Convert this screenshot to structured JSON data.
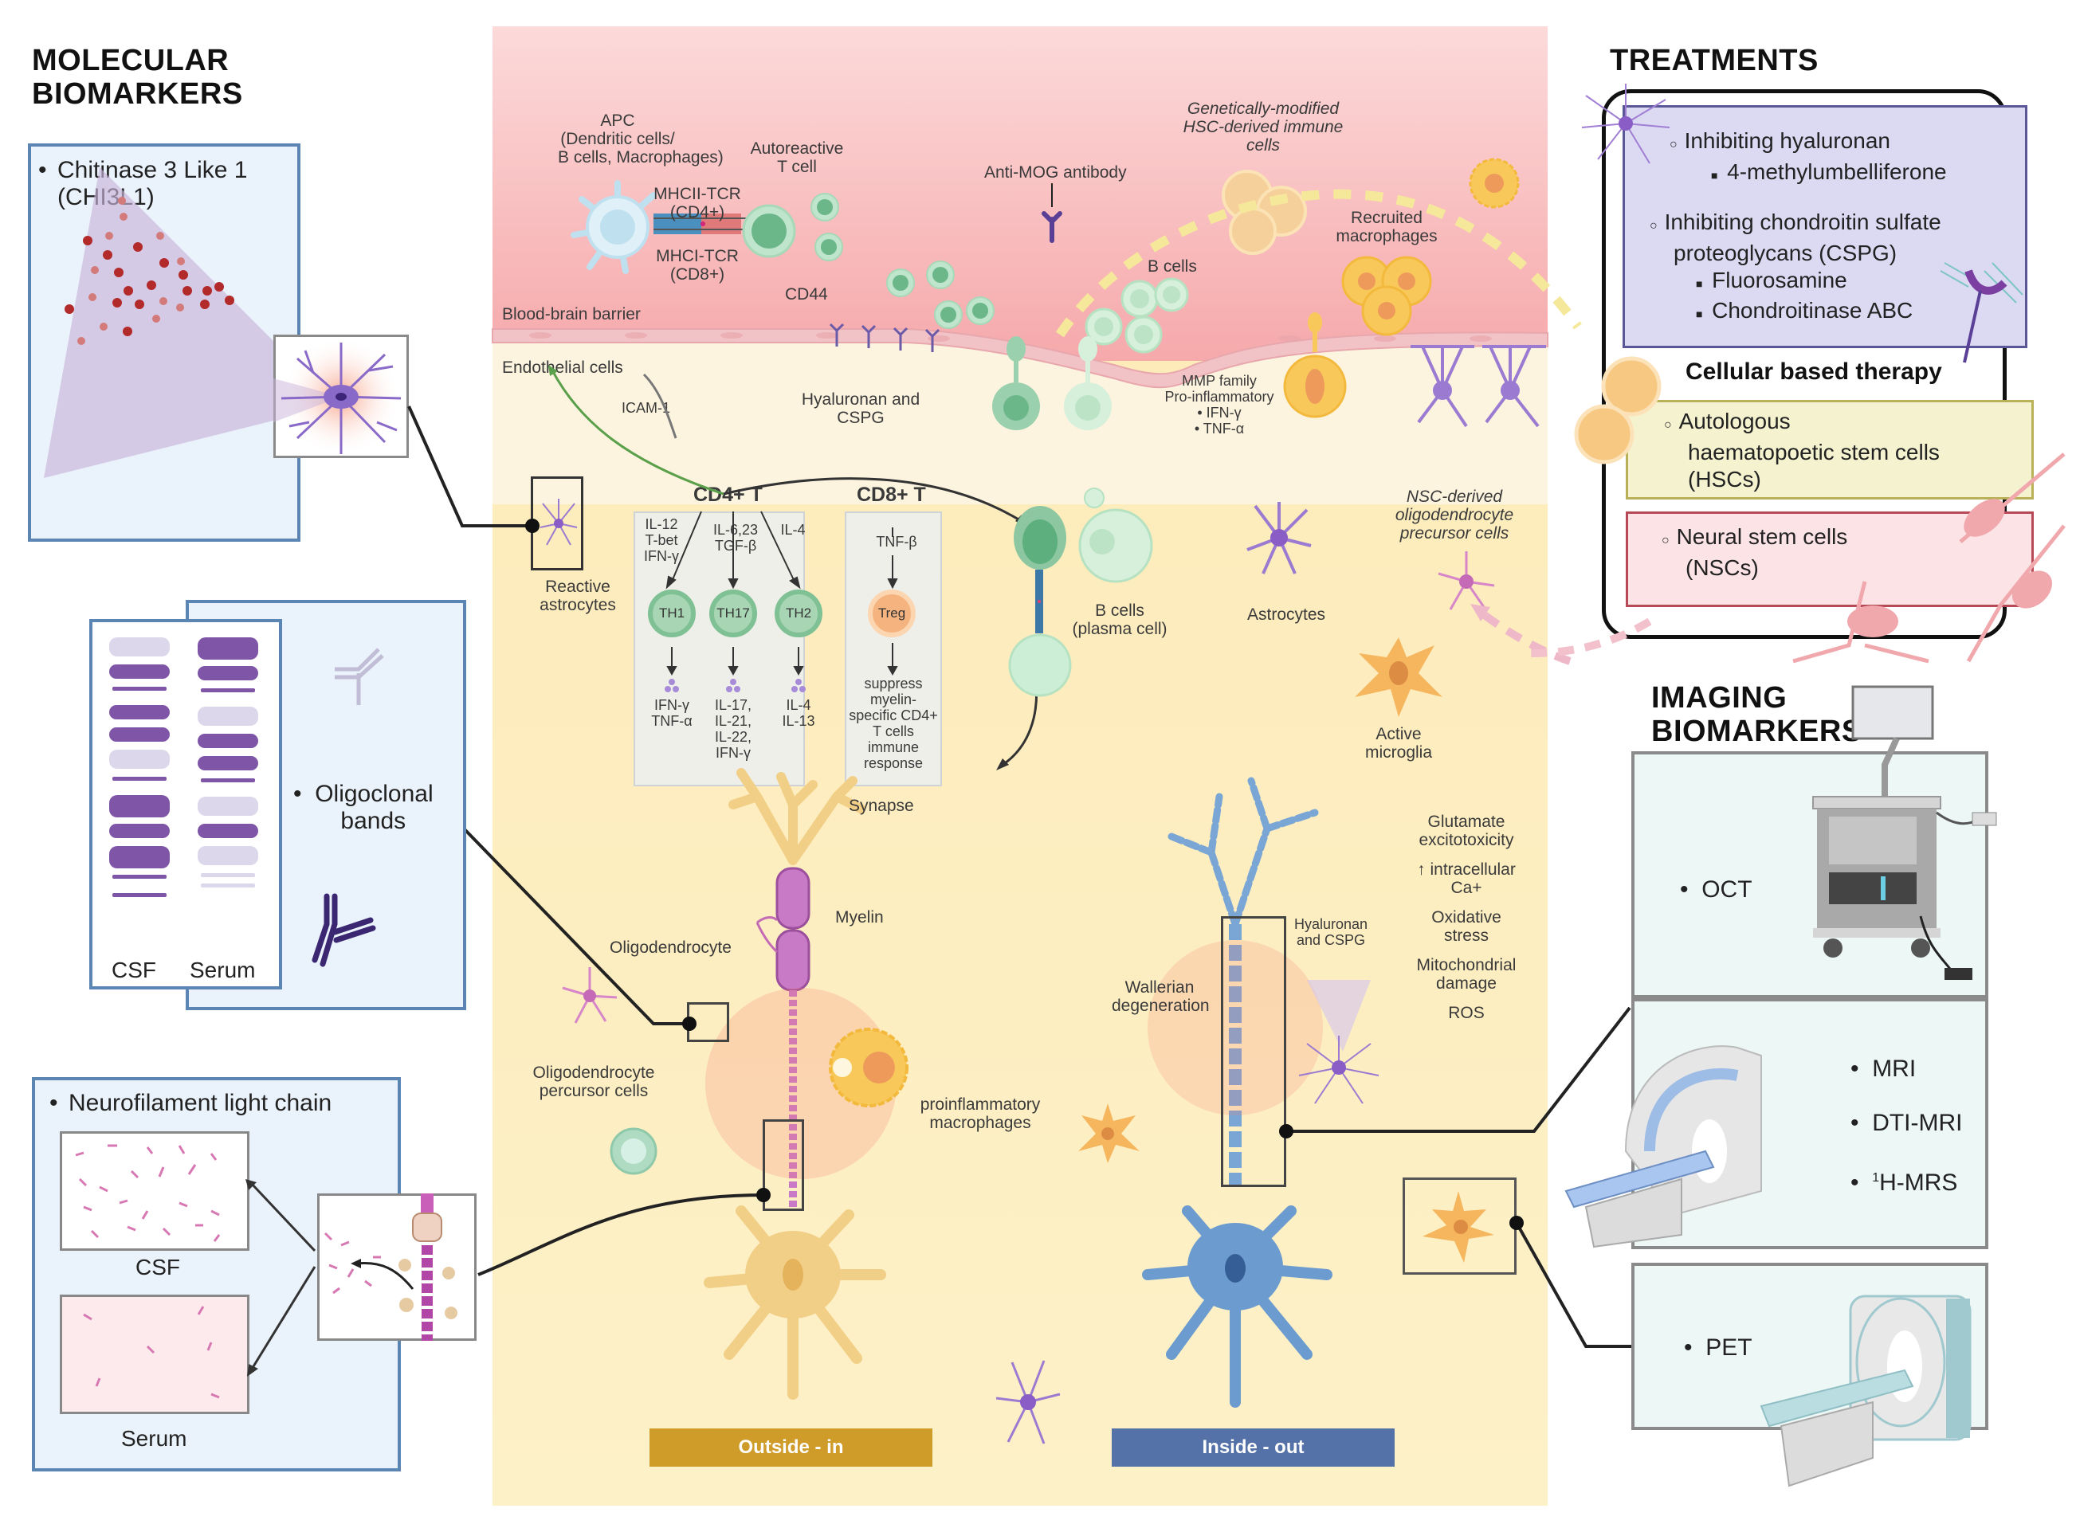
{
  "molecular": {
    "title_line1": "MOLECULAR",
    "title_line2": "BIOMARKERS",
    "chi3l1_line1": "Chitinase 3 Like 1",
    "chi3l1_line2": "(CHI3L1)",
    "ocb_line1": "Oligoclonal",
    "ocb_line2": "bands",
    "gel_csf_label": "CSF",
    "gel_serum_label": "Serum",
    "gel_csf_bands": [
      "light",
      "dark",
      "thin",
      "dark",
      "dark",
      "light",
      "thin",
      "dark-large",
      "dark",
      "dark-large",
      "thin",
      "thin"
    ],
    "gel_serum_bands": [
      "dark-large",
      "dark",
      "thin",
      "light",
      "dark",
      "dark",
      "thin",
      "light",
      "dark",
      "light",
      "thin-light",
      "thin-light"
    ],
    "nfl_title": "Neurofilament light chain",
    "nfl_csf_label": "CSF",
    "nfl_serum_label": "Serum"
  },
  "main": {
    "apc_line1": "APC",
    "apc_line2": "(Dendritic cells/",
    "apc_line3": "B cells, Macrophages)",
    "autoreactive_line1": "Autoreactive",
    "autoreactive_line2": "T cell",
    "mhcii_line1": "MHCII-TCR",
    "mhcii_line2": "(CD4+)",
    "mhci_line1": "MHCI-TCR",
    "mhci_line2": "(CD8+)",
    "anti_mog": "Anti-MOG antibody",
    "gm_line1": "Genetically-modified",
    "gm_line2": "HSC-derived immune",
    "gm_line3": "cells",
    "recruited_line1": "Recruited",
    "recruited_line2": "macrophages",
    "b_cells": "B cells",
    "cd44": "CD44",
    "bbb": "Blood-brain barrier",
    "endothelial": "Endothelial cells",
    "icam": "ICAM-1",
    "hyal_line1": "Hyaluronan and",
    "hyal_line2": "CSPG",
    "mmp_line1": "MMP family",
    "mmp_line2": "Pro-inflammatory",
    "mmp_items": [
      "IFN-γ",
      "TNF-α"
    ],
    "reactive_line1": "Reactive",
    "reactive_line2": "astrocytes",
    "cd4_title": "CD4+ T",
    "cd8_title": "CD8+ T",
    "cd4_inputs": [
      {
        "lines": [
          "IL-12",
          "T-bet",
          "IFN-γ"
        ]
      },
      {
        "lines": [
          "IL-6,23",
          "TGF-β"
        ]
      },
      {
        "lines": [
          "IL-4"
        ]
      }
    ],
    "th_cells": [
      "TH1",
      "TH17",
      "TH2"
    ],
    "th_outputs": [
      {
        "lines": [
          "IFN-γ",
          "TNF-α"
        ]
      },
      {
        "lines": [
          "IL-17,",
          "IL-21,",
          "IL-22,",
          "IFN-γ"
        ]
      },
      {
        "lines": [
          "IL-4",
          "IL-13"
        ]
      }
    ],
    "cd8_input": "TNF-β",
    "treg": "Treg",
    "treg_output": [
      "suppress",
      "myelin-",
      "specific CD4+",
      "T cells",
      "immune",
      "response"
    ],
    "bcells_plasma_line1": "B cells",
    "bcells_plasma_line2": "(plasma cell)",
    "astrocytes": "Astrocytes",
    "nsc_line1": "NSC-derived",
    "nsc_line2": "oligodendrocyte",
    "nsc_line3": "precursor cells",
    "active_line1": "Active",
    "active_line2": "microglia",
    "synapse": "Synapse",
    "myelin": "Myelin",
    "oligodendrocyte": "Oligodendrocyte",
    "opc_line1": "Oligodendrocyte",
    "opc_line2": "percursor cells",
    "proinf_line1": "proinflammatory",
    "proinf_line2": "macrophages",
    "wallerian_line1": "Wallerian",
    "wallerian_line2": "degeneration",
    "hyal2_line1": "Hyaluronan",
    "hyal2_line2": "and CSPG",
    "mechanisms": [
      {
        "lines": [
          "Glutamate",
          "excitotoxicity"
        ]
      },
      {
        "lines": [
          "↑ intracellular",
          "Ca+"
        ]
      },
      {
        "lines": [
          "Oxidative",
          "stress"
        ]
      },
      {
        "lines": [
          "Mitochondrial",
          "damage"
        ]
      },
      {
        "lines": [
          "ROS"
        ]
      }
    ],
    "outside_in": "Outside - in",
    "inside_out": "Inside - out",
    "colors": {
      "outside_in": "#cf9c2a",
      "inside_out": "#5471a8",
      "blood": "#f6a9ab",
      "parenchyma": "#fdf1c8"
    }
  },
  "treatments": {
    "title": "TREATMENTS",
    "pharm": [
      {
        "label": "Inhibiting hyaluronan",
        "subs": [
          "4-methylumbelliferone"
        ]
      },
      {
        "label_line1": "Inhibiting chondroitin sulfate",
        "label_line2": "proteoglycans (CSPG)",
        "subs": [
          "Fluorosamine",
          "Chondroitinase ABC"
        ]
      }
    ],
    "cellular_title": "Cellular based therapy",
    "hsc_line1": "Autologous",
    "hsc_line2": "haematopoetic stem cells",
    "hsc_line3": "(HSCs)",
    "nsc_line1": "Neural stem cells",
    "nsc_line2": "(NSCs)"
  },
  "imaging": {
    "title_line1": "IMAGING",
    "title_line2": "BIOMARKERS",
    "oct": "OCT",
    "mri": "MRI",
    "dti": "DTI-MRI",
    "mrs_sup": "1",
    "mrs": "H-MRS",
    "pet": "PET"
  }
}
